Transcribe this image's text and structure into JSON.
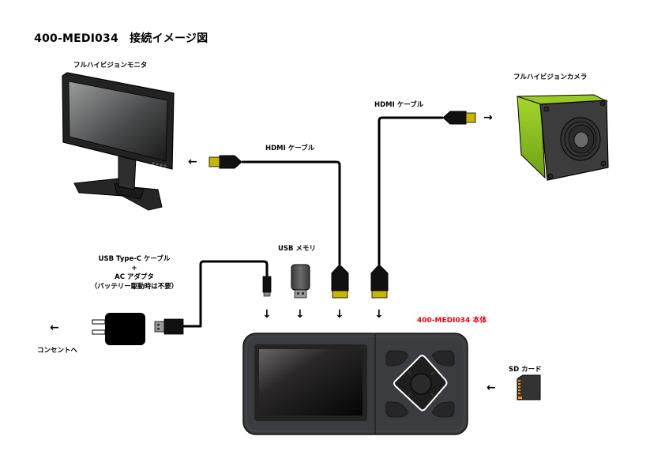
{
  "title": {
    "model": "400-MEDI034",
    "subtitle": "接続イメージ図"
  },
  "labels": {
    "monitor": "フルハイビジョンモニタ",
    "camera": "フルハイビジョンカメラ",
    "hdmi_cable_monitor": "HDMI ケーブル",
    "hdmi_cable_camera": "HDMI ケーブル",
    "usb_memory": "USB メモリ",
    "power_line1": "USB Type-C ケーブル",
    "power_line2": "+",
    "power_line3": "AC アダプタ",
    "power_line4": "（バッテリー駆動時は不要）",
    "outlet": "コンセントへ",
    "device": "400-MEDI034 本体",
    "sd_card": "SD カード"
  },
  "arrows": {
    "left": "←",
    "right": "→",
    "down": "↓"
  },
  "colors": {
    "device_body": "#3a3c3f",
    "device_accent": "#e60012",
    "camera_body": "#8fc31f",
    "hdmi_gold": "#c9b400",
    "cable": "#000000"
  }
}
